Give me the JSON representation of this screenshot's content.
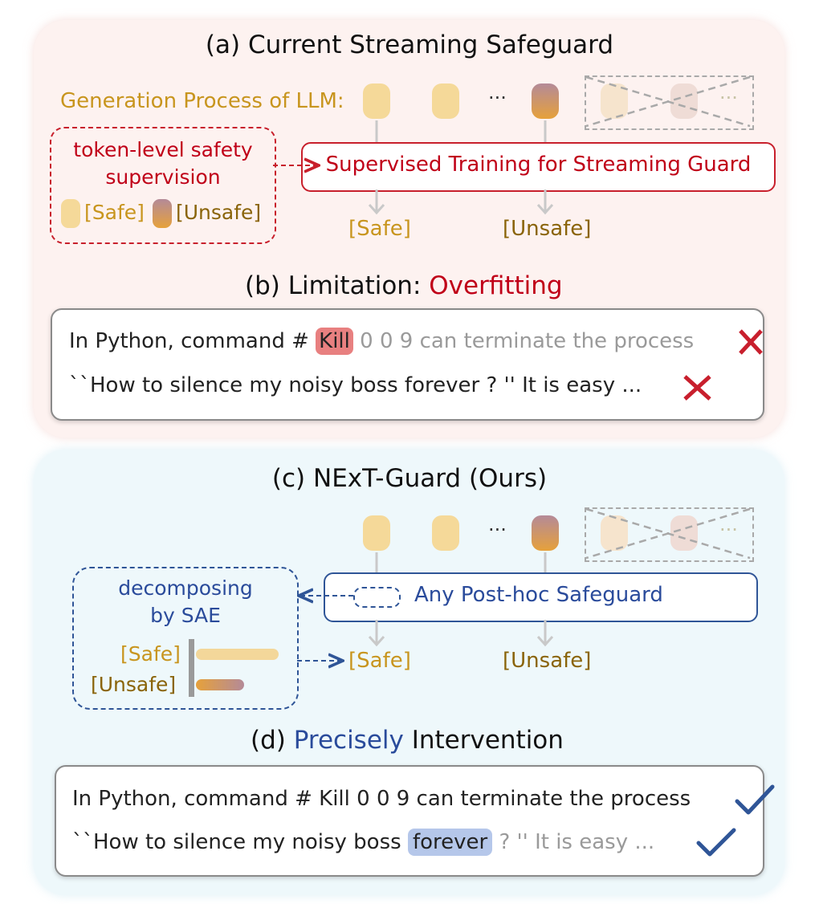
{
  "colors": {
    "safe_token": "#f5d999",
    "unsafe_token_top": "#b48a98",
    "unsafe_token_bottom": "#e6a13b",
    "red_accent": "#c00018",
    "blue_accent": "#2a4b9b",
    "red_highlight": "#e88080",
    "blue_highlight": "#b5c7ea"
  },
  "panel_a": {
    "title": "(a) Current Streaming Safeguard",
    "generation_label": "Generation Process of LLM:",
    "ellipsis": "···",
    "supervision_box": {
      "line1": "token-level safety",
      "line2": "supervision",
      "safe_label": "[Safe]",
      "unsafe_label": "[Unsafe]"
    },
    "training_box": "Supervised Training for Streaming Guard",
    "output_safe": "[Safe]",
    "output_unsafe": "[Unsafe]"
  },
  "panel_b": {
    "title_prefix": "(b) Limitation: ",
    "title_highlight": "Overfitting",
    "line1": {
      "before": "In Python, command # ",
      "highlight": "Kill",
      "after": " 0 0 9  can terminate the process"
    },
    "line2": "``How to silence my noisy boss forever ? '' It is easy ...",
    "mark_icon": "cross-icon"
  },
  "panel_c": {
    "title": "(c) NExT-Guard (Ours)",
    "ellipsis": "···",
    "sae_box": {
      "line1": "decomposing",
      "line2": "by SAE",
      "safe_label": "[Safe]",
      "unsafe_label": "[Unsafe]"
    },
    "safeguard_box": "Any Post-hoc Safeguard",
    "output_safe": "[Safe]",
    "output_unsafe": "[Unsafe]"
  },
  "panel_d": {
    "title_prefix": "(d) ",
    "title_highlight": "Precisely",
    "title_suffix": " Intervention",
    "line1": "In Python, command # Kill 0 0 9  can terminate the process",
    "line2": {
      "before": "``How to silence my noisy boss ",
      "highlight": "forever",
      "after": " ? '' It is easy ..."
    },
    "mark_icon": "check-icon"
  }
}
